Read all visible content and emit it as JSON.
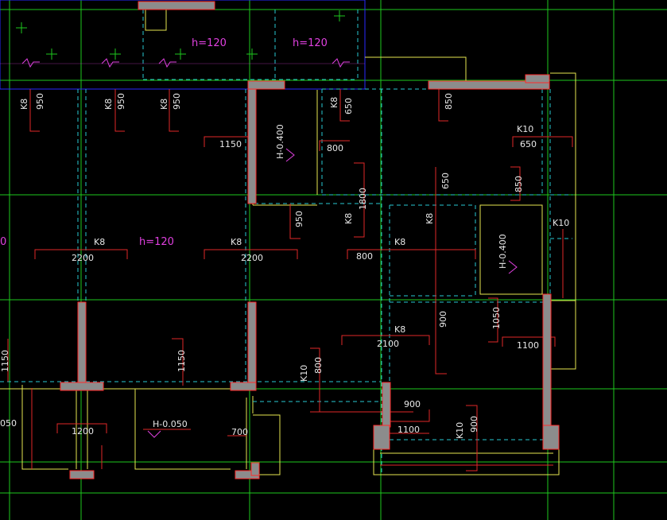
{
  "labels": {
    "h120_a": "h=120",
    "h120_b": "h=120",
    "h120_c": "h=120",
    "zero_left": "0",
    "k8_1": "K8",
    "v950_1": "950",
    "k8_2": "K8",
    "v950_2": "950",
    "k8_3": "K8",
    "v950_3": "950",
    "k8_4": "K8",
    "v650_4": "650",
    "v850_top": "850",
    "k10_top": "K10",
    "v650_top": "650",
    "v850_right": "850",
    "v1150_top": "1150",
    "v800_a": "800",
    "h0400_a": "H-0.400",
    "v950_mid": "950",
    "k8_mid": "K8",
    "v1800": "1800",
    "v650_vert": "650",
    "k8_right": "K8",
    "h0400_b": "H-0.400",
    "k10_right": "K10",
    "k8_l": "K8",
    "v2200_l": "2200",
    "k8_c": "K8",
    "v2200_c": "2200",
    "v800_b": "800",
    "k8_b": "K8",
    "v900_vert": "900",
    "v1050": "1050",
    "k8_2100": "K8",
    "v2100": "2100",
    "v1100_a": "1100",
    "v1150_left": "1150",
    "v1150_mid": "1150",
    "k10_low": "K10",
    "v800_low": "800",
    "v900_low": "900",
    "v050_left": "050",
    "v1200": "1200",
    "h0050": "H-0.050",
    "v700": "700",
    "v1100_b": "1100",
    "k10_bot": "K10",
    "v900_bot": "900"
  },
  "colors": {
    "grid": "#1ec81e",
    "wall": "#e6e650",
    "beam": "#28c8d2",
    "rebar": "#e02828",
    "column": "#8c8c8c",
    "slab": "#e040e0",
    "text": "#e8e8e8"
  }
}
